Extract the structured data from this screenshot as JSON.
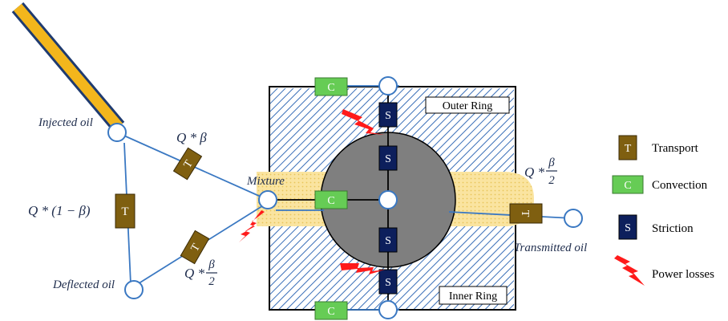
{
  "labels": {
    "injected_oil": "Injected oil",
    "deflected_oil": "Deflected oil",
    "mixture": "Mixture",
    "transmitted_oil": "Transmitted oil",
    "q_beta": "Q * β",
    "q_one_minus_beta": "Q * (1 − β)",
    "q_prefix": "Q *",
    "beta": "β",
    "two": "2",
    "outer_ring": "Outer Ring",
    "inner_ring": "Inner Ring"
  },
  "blocks": {
    "transport": "T",
    "convection": "C",
    "striction": "S"
  },
  "legend": {
    "transport": "Transport",
    "convection": "Convection",
    "striction": "Striction",
    "power_losses": "Power losses"
  },
  "colors": {
    "transport": "#7f5f10",
    "convection": "#66cc55",
    "striction": "#0d1f5c",
    "hatch": "#3a6fb8",
    "mixture_band": "#f7dc8a",
    "ball": "#808080",
    "power_loss": "#ff1a1a",
    "line": "#3a78c2",
    "pipe_fill": "#f3b61c"
  }
}
